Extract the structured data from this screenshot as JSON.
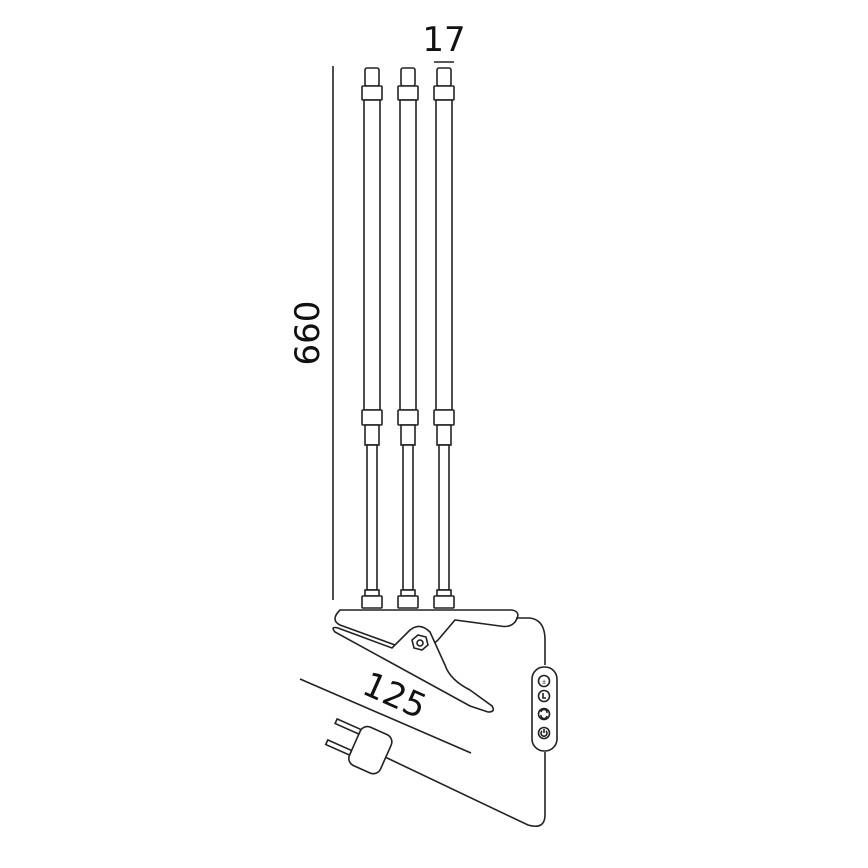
{
  "dimensions": {
    "height": "660",
    "tube_diameter": "17",
    "clip_length": "125"
  },
  "controller": {
    "buttons": [
      "brightness-icon",
      "timer-icon",
      "mode-icon",
      "power-icon"
    ]
  },
  "colors": {
    "line": "#222222",
    "background": "#ffffff"
  }
}
